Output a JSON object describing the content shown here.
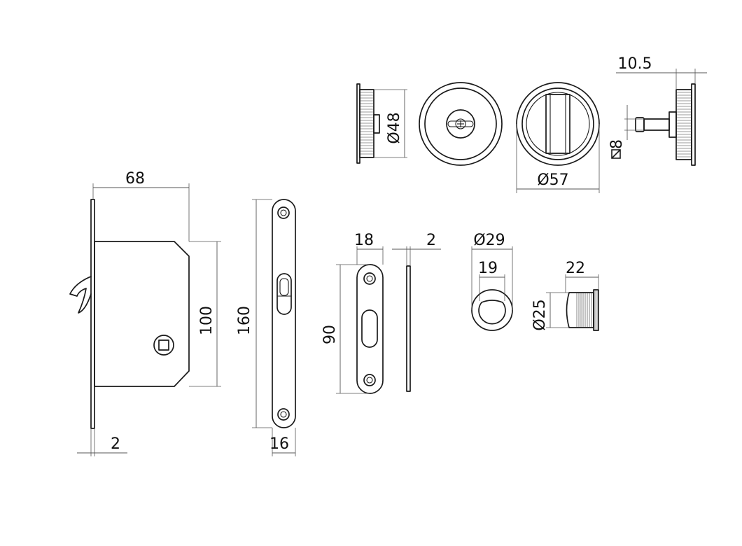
{
  "dimensions": {
    "body_width": "68",
    "body_height": "100",
    "faceplate_thickness": "2",
    "faceplate_length": "160",
    "faceplate_width": "16",
    "strike_width": "18",
    "strike_length": "90",
    "strike_thickness": "2",
    "ring_outer": "Ø29",
    "ring_inner": "19",
    "cylinder_length": "22",
    "cylinder_diameter": "Ø25",
    "rosette_small_diameter": "Ø48",
    "rosette_large_diameter": "Ø57",
    "spindle_square": "8",
    "rosette_thickness": "10.5"
  }
}
